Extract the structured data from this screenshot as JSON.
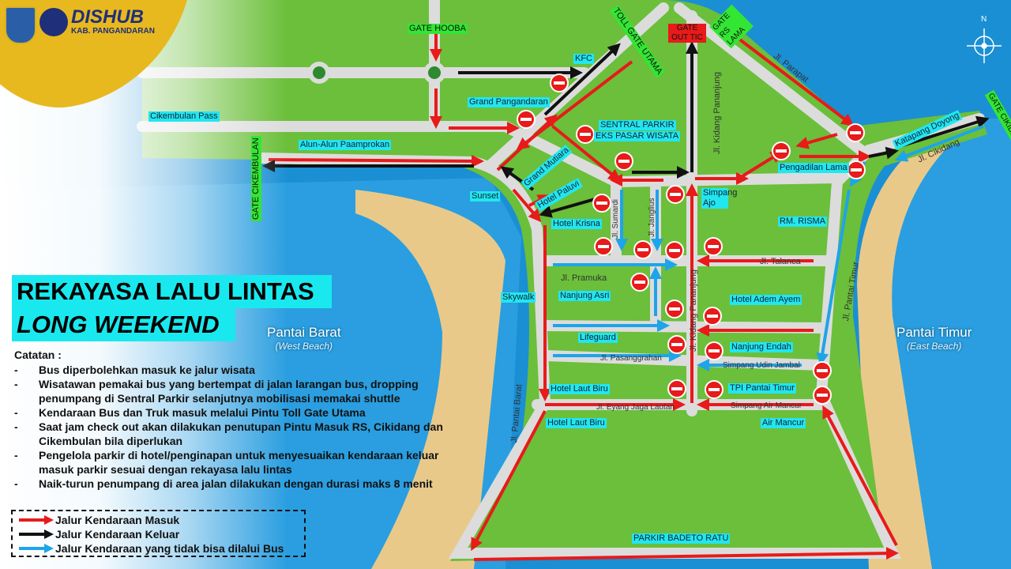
{
  "branding": {
    "agency": "DISHUB",
    "agency_sub": "KAB. PANGANDARAN"
  },
  "title": {
    "line1": "REKAYASA LALU LINTAS",
    "line2": "LONG WEEKEND"
  },
  "notes": {
    "heading": "Catatan :",
    "items": [
      "Bus diperbolehkan masuk ke jalur wisata",
      "Wisatawan pemakai bus yang bertempat di jalan larangan bus, dropping penumpang di Sentral Parkir selanjutnya mobilisasi memakai shuttle",
      "Kendaraan Bus dan Truk masuk melalui Pintu Toll Gate Utama",
      "Saat jam check out akan dilakukan penutupan Pintu Masuk RS, Cikidang dan Cikembulan bila diperlukan",
      "Pengelola parkir di hotel/penginapan untuk menyesuaikan kendaraan keluar masuk parkir sesuai dengan rekayasa lalu lintas",
      "Naik-turun penumpang di area jalan dilakukan dengan durasi maks 8 menit"
    ]
  },
  "legend": [
    {
      "label": "Jalur Kendaraan Masuk",
      "color": "#e81a1a"
    },
    {
      "label": "Jalur Kendaraan Keluar",
      "color": "#111111"
    },
    {
      "label": "Jalur Kendaraan yang tidak bisa dilalui Bus",
      "color": "#1ea4e8"
    }
  ],
  "gates": {
    "hooba": "GATE HOOBA",
    "toll": "TOLL GATE UTAMA",
    "out_tic": "GATE OUT TIC",
    "rs_lama": "GATE RS LAMA",
    "cikidang": "GATE CIKIDANG",
    "cikembulan": "GATE CIKEMBULAN"
  },
  "places": {
    "cikembulan_pass": "Cikembulan Pass",
    "alun": "Alun-Alun Paamprokan",
    "kfc": "KFC",
    "grand_pangandaran": "Grand Pangandaran",
    "sentral1": "SENTRAL PARKIR",
    "sentral2": "EKS PASAR WISATA",
    "grand_mutiara": "Grand Mutiara",
    "hotel_paluvi": "Hotel Paluvi",
    "sunset": "Sunset",
    "hotel_krisna": "Hotel Krisna",
    "simpang_ajo": "Simpang Ajo",
    "pengadilan": "Pengadilan Lama",
    "katapang": "Katapang Doyong",
    "rm_risma": "RM. RISMA",
    "nanjung_asri": "Nanjung Asri",
    "skywalk": "Skywalk",
    "adem_ayem": "Hotel Adem Ayem",
    "lifeguard": "Lifeguard",
    "nanjung_endah": "Nanjung Endah",
    "laut_biru1": "Hotel Laut Biru",
    "tpi": "TPI Pantai Timur",
    "laut_biru2": "Hotel Laut Biru",
    "air_mancur": "Air Mancur",
    "badeto": "PARKIR BADETO RATU"
  },
  "roads": {
    "parapat": "Jl. Parapat",
    "kidang1": "Jl. Kidang Pananjung",
    "kidang2": "Jl. Kidang Pananjung",
    "cikidang": "Jl. Cikidang",
    "sumardi": "Jl. Sumardi",
    "janglius": "Jl. Janglius",
    "talanca": "Jl. Talanca",
    "pramuka": "Jl. Pramuka",
    "pantai_timur": "Jl. Pantai Timur",
    "pasanggrahan": "Jl. Pasanggrahan",
    "udin": "Simpang Udin Jambal",
    "pantai_barat": "Jl. Pantai Barat",
    "eyang": "Jl. Eyang Jaga Lautan",
    "simpang_air": "Simpang Air Mancur"
  },
  "beaches": {
    "west": "Pantai Barat",
    "west_en": "(West Beach)",
    "east": "Pantai Timur",
    "east_en": "(East Beach)"
  },
  "compass": "N"
}
